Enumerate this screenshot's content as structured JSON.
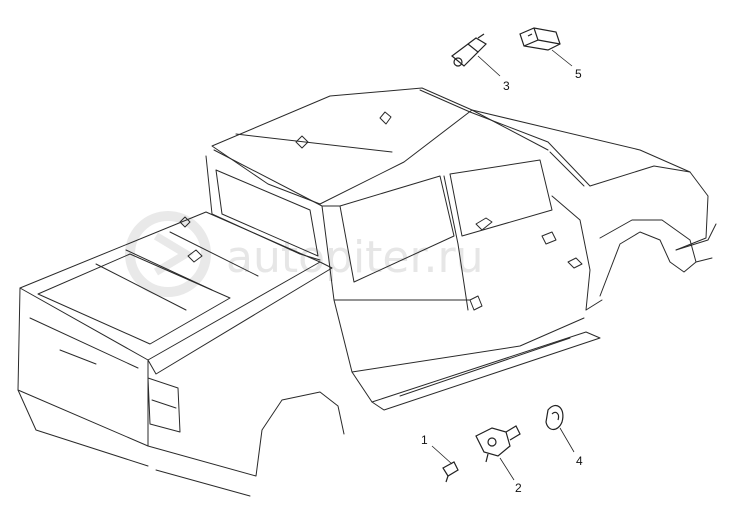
{
  "diagram": {
    "watermark": "autopiter.ru",
    "callouts": [
      {
        "label": "1",
        "part": "small-clip"
      },
      {
        "label": "2",
        "part": "door-switch-bracket"
      },
      {
        "label": "3",
        "part": "switch-sensor"
      },
      {
        "label": "4",
        "part": "rubber-cap"
      },
      {
        "label": "5",
        "part": "connector-housing"
      }
    ]
  }
}
